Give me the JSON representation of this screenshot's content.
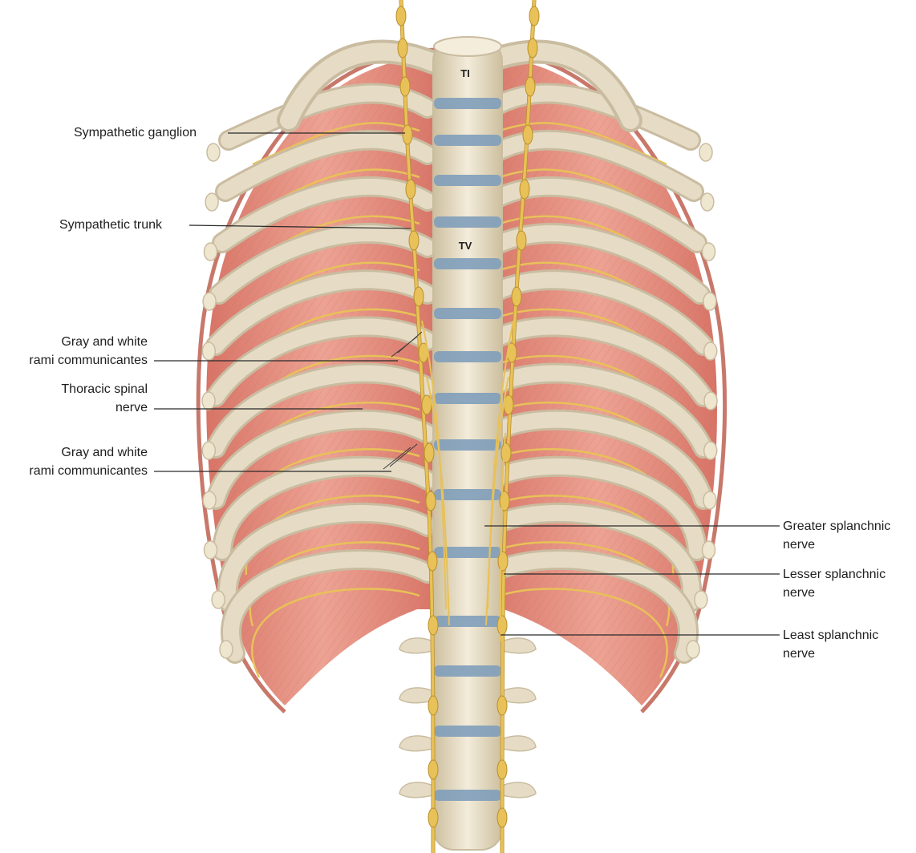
{
  "labels": {
    "sympathetic_ganglion": "Sympathetic ganglion",
    "sympathetic_trunk": "Sympathetic trunk",
    "gray_white_rami_upper": [
      "Gray and white",
      "rami communicantes"
    ],
    "thoracic_spinal_nerve": [
      "Thoracic spinal",
      "nerve"
    ],
    "gray_white_rami_lower": [
      "Gray and white",
      "rami communicantes"
    ],
    "greater_splanchnic": [
      "Greater splanchnic",
      "nerve"
    ],
    "lesser_splanchnic": [
      "Lesser splanchnic",
      "nerve"
    ],
    "least_splanchnic": [
      "Least splanchnic",
      "nerve"
    ]
  },
  "vertebra_labels": {
    "t1": "TI",
    "t5": "TV"
  },
  "colors": {
    "muscle": "#e38f80",
    "muscle_dark": "#c96f62",
    "bone": "#e6dcc6",
    "bone_shadow": "#c9bca0",
    "disc": "#7f9fba",
    "nerve": "#e8c158",
    "nerve_dark": "#b98f2c",
    "leader": "#2a2a2a"
  }
}
